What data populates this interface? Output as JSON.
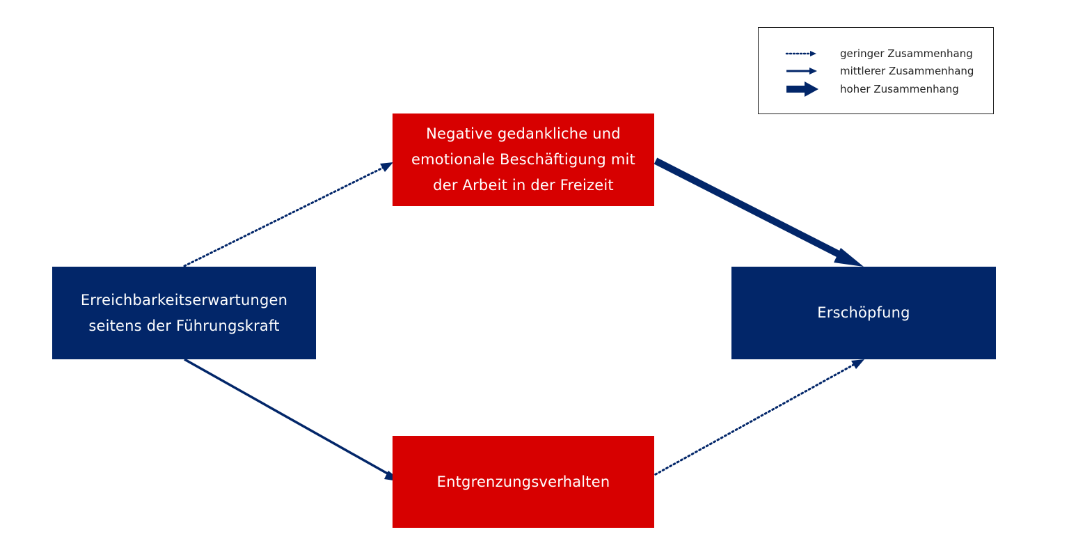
{
  "colors": {
    "navy": "#022669",
    "red": "#d70000",
    "node_text": "#ffffff",
    "legend_text": "#222222"
  },
  "nodes": {
    "top": "Negative gedankliche und\nemotionale Beschäftigung mit\nder Arbeit in der Freizeit",
    "left": "Erreichbarkeitserwartungen\nseitens der Führungskraft",
    "right": "Erschöpfung",
    "bottom": "Entgrenzungsverhalten"
  },
  "edges": [
    {
      "from": "left",
      "to": "top",
      "strength": "gering"
    },
    {
      "from": "top",
      "to": "right",
      "strength": "hoch"
    },
    {
      "from": "left",
      "to": "bottom",
      "strength": "mittel"
    },
    {
      "from": "bottom",
      "to": "right",
      "strength": "gering"
    }
  ],
  "legend": {
    "items": [
      {
        "style": "dotted",
        "label": "geringer Zusammenhang"
      },
      {
        "style": "solid",
        "label": "mittlerer Zusammenhang"
      },
      {
        "style": "thick",
        "label": "hoher Zusammenhang"
      }
    ]
  }
}
